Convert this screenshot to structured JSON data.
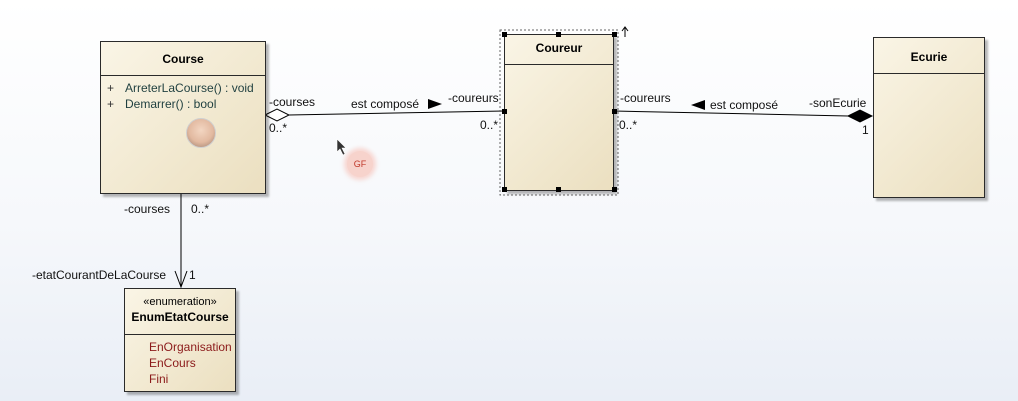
{
  "classes": {
    "course": {
      "name": "Course",
      "operations": [
        {
          "visibility": "+",
          "text": "ArreterLaCourse() : void"
        },
        {
          "visibility": "+",
          "text": "Demarrer() : bool"
        }
      ]
    },
    "coureur": {
      "name": "Coureur"
    },
    "ecurie": {
      "name": "Ecurie"
    },
    "enum": {
      "stereotype": "«enumeration»",
      "name": "EnumEtatCourse",
      "literals": [
        "EnOrganisation",
        "EnCours",
        "Fini"
      ]
    }
  },
  "associations": {
    "course_coureur": {
      "name": "est composé",
      "source_role": "-courses",
      "source_mult": "0..*",
      "target_role": "-coureurs",
      "target_mult": "0..*"
    },
    "ecurie_coureur": {
      "name": "est composé",
      "source_role": "-sonEcurie",
      "source_mult": "1",
      "target_role": "-coureurs",
      "target_mult": "0..*"
    },
    "course_enum": {
      "source_role": "-courses",
      "source_mult": "0..*",
      "target_role": "-etatCourantDeLaCourse",
      "target_mult": "1"
    }
  },
  "overlays": {
    "badge_text": "GF"
  },
  "colors": {
    "class_fill": "#f1e8cf",
    "enum_literal": "#8b1a1a",
    "operation_text": "#1f3f3f"
  }
}
